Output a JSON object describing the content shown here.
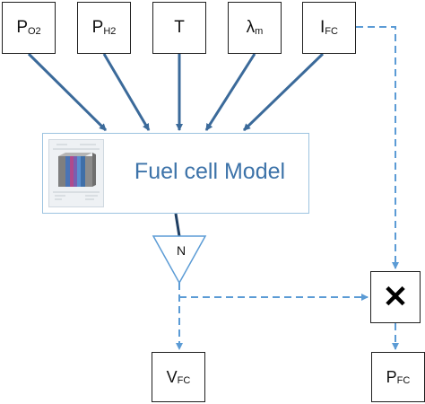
{
  "inputs": [
    {
      "base": "P",
      "sub": "O2"
    },
    {
      "base": "P",
      "sub": "H2"
    },
    {
      "base": "T",
      "sub": ""
    },
    {
      "base": "λ",
      "sub": "m"
    },
    {
      "base": "I",
      "sub": "FC"
    }
  ],
  "model": {
    "label": "Fuel cell Model"
  },
  "gain": {
    "label": "N"
  },
  "multiplier": {
    "symbol": "✕"
  },
  "outputs": [
    {
      "base": "V",
      "sub": "FC"
    },
    {
      "base": "P",
      "sub": "FC"
    }
  ],
  "colors": {
    "solid_arrow": "#3b6a9a",
    "dashed_arrow": "#5b9bd5",
    "model_border": "#9cc3e0",
    "model_text": "#3d73a9"
  }
}
